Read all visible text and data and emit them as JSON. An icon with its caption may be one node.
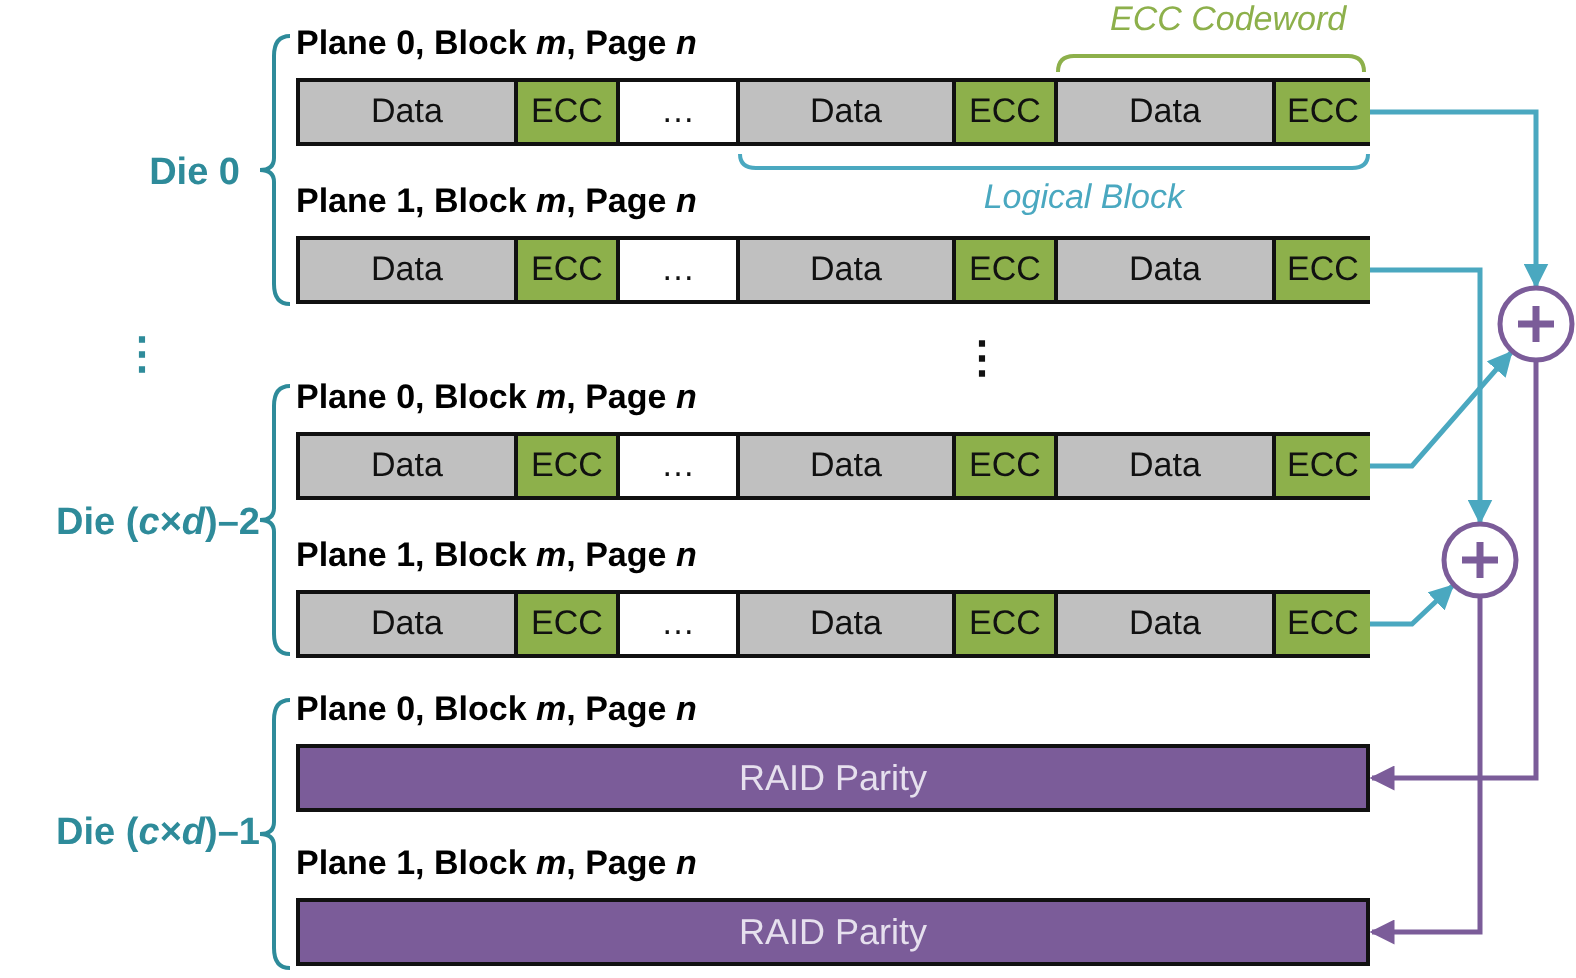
{
  "diagram": {
    "nodes": [
      {
        "text": [
          "Plane 0, Block *m*, Page *n*"
        ]
      },
      {
        "text": [
          "Data"
        ],
        "in": 0
      },
      {
        "text": [
          "ECC"
        ],
        "in": 0
      },
      {
        "text": [
          "…"
        ],
        "in": 0
      },
      {
        "text": [
          "Data"
        ],
        "in": 0
      },
      {
        "text": [
          "ECC"
        ],
        "in": 0
      },
      {
        "text": [
          "Data"
        ],
        "in": 0
      },
      {
        "text": [
          "ECC"
        ],
        "in": 0
      },
      {
        "text": [
          "Plane 1, Block *m*, Page *n*"
        ]
      },
      {
        "text": [
          "Data"
        ],
        "in": 8
      },
      {
        "text": [
          "ECC"
        ],
        "in": 8
      },
      {
        "text": [
          "…"
        ],
        "in": 8
      },
      {
        "text": [
          "Data"
        ],
        "in": 8
      },
      {
        "text": [
          "ECC"
        ],
        "in": 8
      },
      {
        "text": [
          "Data"
        ],
        "in": 8
      },
      {
        "text": [
          "ECC"
        ],
        "in": 8
      },
      {
        "text": [
          "Plane 0, Block *m*, Page *n*"
        ]
      },
      {
        "text": [
          "Data"
        ],
        "in": 16
      },
      {
        "text": [
          "ECC"
        ],
        "in": 16
      },
      {
        "text": [
          "…"
        ],
        "in": 16
      },
      {
        "text": [
          "Data"
        ],
        "in": 16
      },
      {
        "text": [
          "ECC"
        ],
        "in": 16
      },
      {
        "text": [
          "Data"
        ],
        "in": 16
      },
      {
        "text": [
          "ECC"
        ],
        "in": 16
      },
      {
        "text": [
          "Plane 1, Block *m*, Page *n*"
        ]
      },
      {
        "text": [
          "Data"
        ],
        "in": 24
      },
      {
        "text": [
          "ECC"
        ],
        "in": 24
      },
      {
        "text": [
          "…"
        ],
        "in": 24
      },
      {
        "text": [
          "Data"
        ],
        "in": 24
      },
      {
        "text": [
          "ECC"
        ],
        "in": 24
      },
      {
        "text": [
          "Data"
        ],
        "in": 24
      },
      {
        "text": [
          "ECC"
        ],
        "in": 24
      },
      {
        "text": [
          "Plane 0, Block *m*, Page *n*",
          "RAID Parity"
        ]
      },
      {
        "text": [
          "Plane 1, Block *m*, Page *n*",
          "RAID Parity"
        ]
      },
      {
        "text": [],
        "shape": "circle"
      },
      {
        "text": [],
        "shape": "circle"
      }
    ],
    "edges": [
      {
        "from": 7,
        "to": 34,
        "arrow": "to"
      },
      {
        "from": 15,
        "to": 35,
        "arrow": "to"
      },
      {
        "from": 23,
        "to": 34,
        "arrow": "to"
      },
      {
        "from": 31,
        "to": 35,
        "arrow": "to"
      },
      {
        "from": 34,
        "to": 32,
        "arrow": "to",
        "color": "#7b5c99"
      },
      {
        "from": 35,
        "to": 33,
        "arrow": "to",
        "color": "#7b5c99"
      }
    ],
    "labels": [
      "ECC Codeword",
      "Die 0",
      "Logical Block",
      "⋮",
      "⋮",
      "Die (*c*×*d*)–2",
      "Die (*c*×*d*)–1"
    ]
  }
}
